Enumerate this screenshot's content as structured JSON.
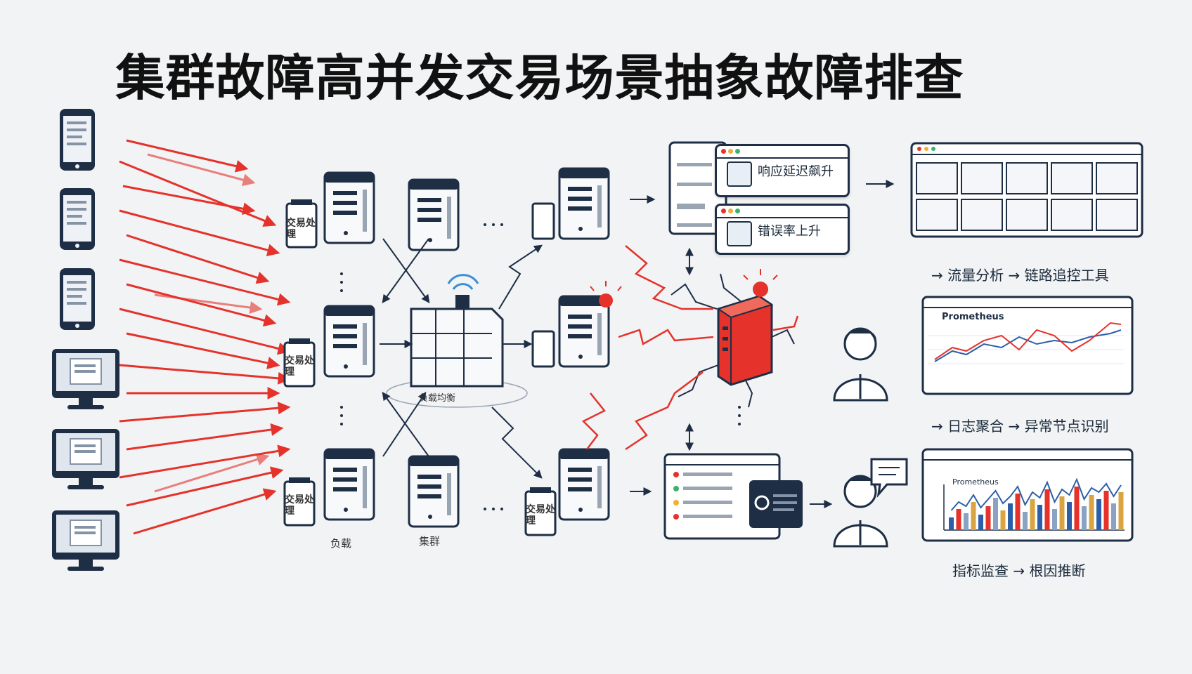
{
  "title": "集群故障高并发交易场景抽象故障排查",
  "labels": {
    "tx_process_1": "交易处理",
    "tx_process_2": "交易处理",
    "tx_process_3": "交易处理",
    "tx_process_4": "交易处理",
    "load_balancer": "负载均衡",
    "bottom_left": "负载",
    "bottom_mid": "集群"
  },
  "alerts": {
    "latency": "响应延迟飙升",
    "error_rate": "错误率上升"
  },
  "flows": {
    "flow1": "→ 流量分析 → 链路追控工具",
    "flow2": "→ 日志聚合 → 异常节点识别",
    "flow3": "指标监查 → 根因推断"
  },
  "panels": {
    "prometheus_title": "Prometheus",
    "metrics_title": "Prometheus"
  },
  "colors": {
    "accent_red": "#e5322b",
    "navy": "#1e2e45",
    "background": "#f1f3f5"
  }
}
